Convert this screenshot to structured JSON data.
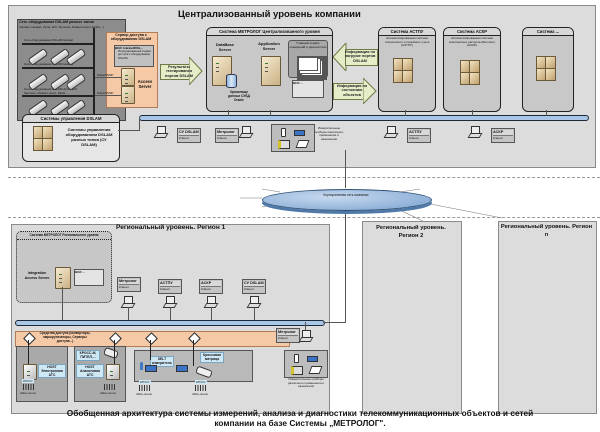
{
  "central": {
    "title": "Централизованный уровень компании",
    "dslam_network": {
      "title": "Сеть оборудования DSLAM разных типов",
      "vendors": "(Iskratel, Huawei, Zyxel, ECI, Siemens, Alcatel-Lucent, Ekink,...)",
      "sub_networks": [
        "Сеть оборудования DSLAM Iskratel",
        "Сеть оборудования DSLAM Huawei",
        "Сеть оборудования DSLAM Zyxel, ECI, Siemens, Alcatel-Lucent, Ekink,..."
      ]
    },
    "access_server_box": {
      "title": "Сервер доступа к оборудованию DSLAM",
      "service": "ВСИ: Iskratel/DSL...",
      "service_desc": "Интегрированный сервис доступа к оборудованию DSLAM",
      "server_label": "Access Server",
      "link_labels": [
        "Telnet/SNMP",
        "Telnet/SNMP"
      ]
    },
    "dslam_mgmt": {
      "title": "Системы управления DSLAM",
      "label": "Системы управления оборудованием DSLAM разных типов (СУ DSLAM)"
    },
    "arrow_results": "Результаты тестирования портов DSLAM",
    "metrolog_central": {
      "title": "Система МЕТРОЛОГ Централизованного уровня",
      "db_server": "DataBase Server",
      "app_server": "Application Server",
      "db_storage": "Хранилище данных СУБД Oracle",
      "main_service": "Главный сервис измерений и диагностики",
      "vsi_label": "ВСИ ..."
    },
    "arrow_load": "Информация по нагрузке портов DSLAM",
    "arrow_status": "Информация по состоянию объектов",
    "systems": [
      {
        "title": "Система АСТПУ",
        "desc": "Автоматизированная система технического и линейного учета (АСТПУ)"
      },
      {
        "title": "Система АСКР",
        "desc": "Автоматизированная система комплексных расчетов (Биллинг) (АСКР)"
      },
      {
        "title": "Система ...",
        "desc": ""
      }
    ],
    "clients": [
      {
        "name": "СУ DSLAM",
        "role": "Клиент"
      },
      {
        "name": "Метролог",
        "role": "Клиент"
      },
      {
        "name": "АСТПУ",
        "role": "Клиент"
      },
      {
        "name": "АСКР",
        "role": "Клиент"
      }
    ],
    "instruments_label": "Измерительные приборы различного применения и назначения"
  },
  "corporate_network": "Корпоративная сеть компании",
  "region1": {
    "title": "Региональный уровень. Регион 1",
    "metrolog_regional": "Система МЕТРОЛОГ Регионального уровня",
    "integration_server": "Integration Access Server",
    "vsi_label": "ВСИ ...",
    "clients": [
      {
        "name": "Метролог",
        "role": "Клиент"
      },
      {
        "name": "АСТПУ",
        "role": "Клиент"
      },
      {
        "name": "АСКР",
        "role": "Клиент"
      },
      {
        "name": "СУ DSLAM",
        "role": "Клиент"
      }
    ],
    "access_means": "Средства доступа (конверторы, маршрутизаторы, Серверы доступа...)",
    "host_digital": "HOST Электронная АТС",
    "host_analog": "HOST Аналоговая АТС",
    "kross_device": "КРОСС-М, ПИТЕЛ,...",
    "selt": "SELT измеритель",
    "cross_matrix": "Кроссовая матрица",
    "kross_label": "КРОСС",
    "subscriber_lines": "Абон.линии",
    "metrolog_client": {
      "name": "Метролог",
      "role": "Клиент"
    },
    "instruments_label": "Измерительные приборы различного применения и назначения"
  },
  "region2": {
    "title": "Региональный уровень. Регион 2"
  },
  "regionN": {
    "title": "Региональный уровень. Регион n"
  },
  "caption": {
    "line1": "Обобщенная архитектура системы измерений, анализа и диагностики телекоммуникационных объектов и сетей",
    "line2": "компании на базе Системы „МЕТРОЛОГ\"."
  }
}
